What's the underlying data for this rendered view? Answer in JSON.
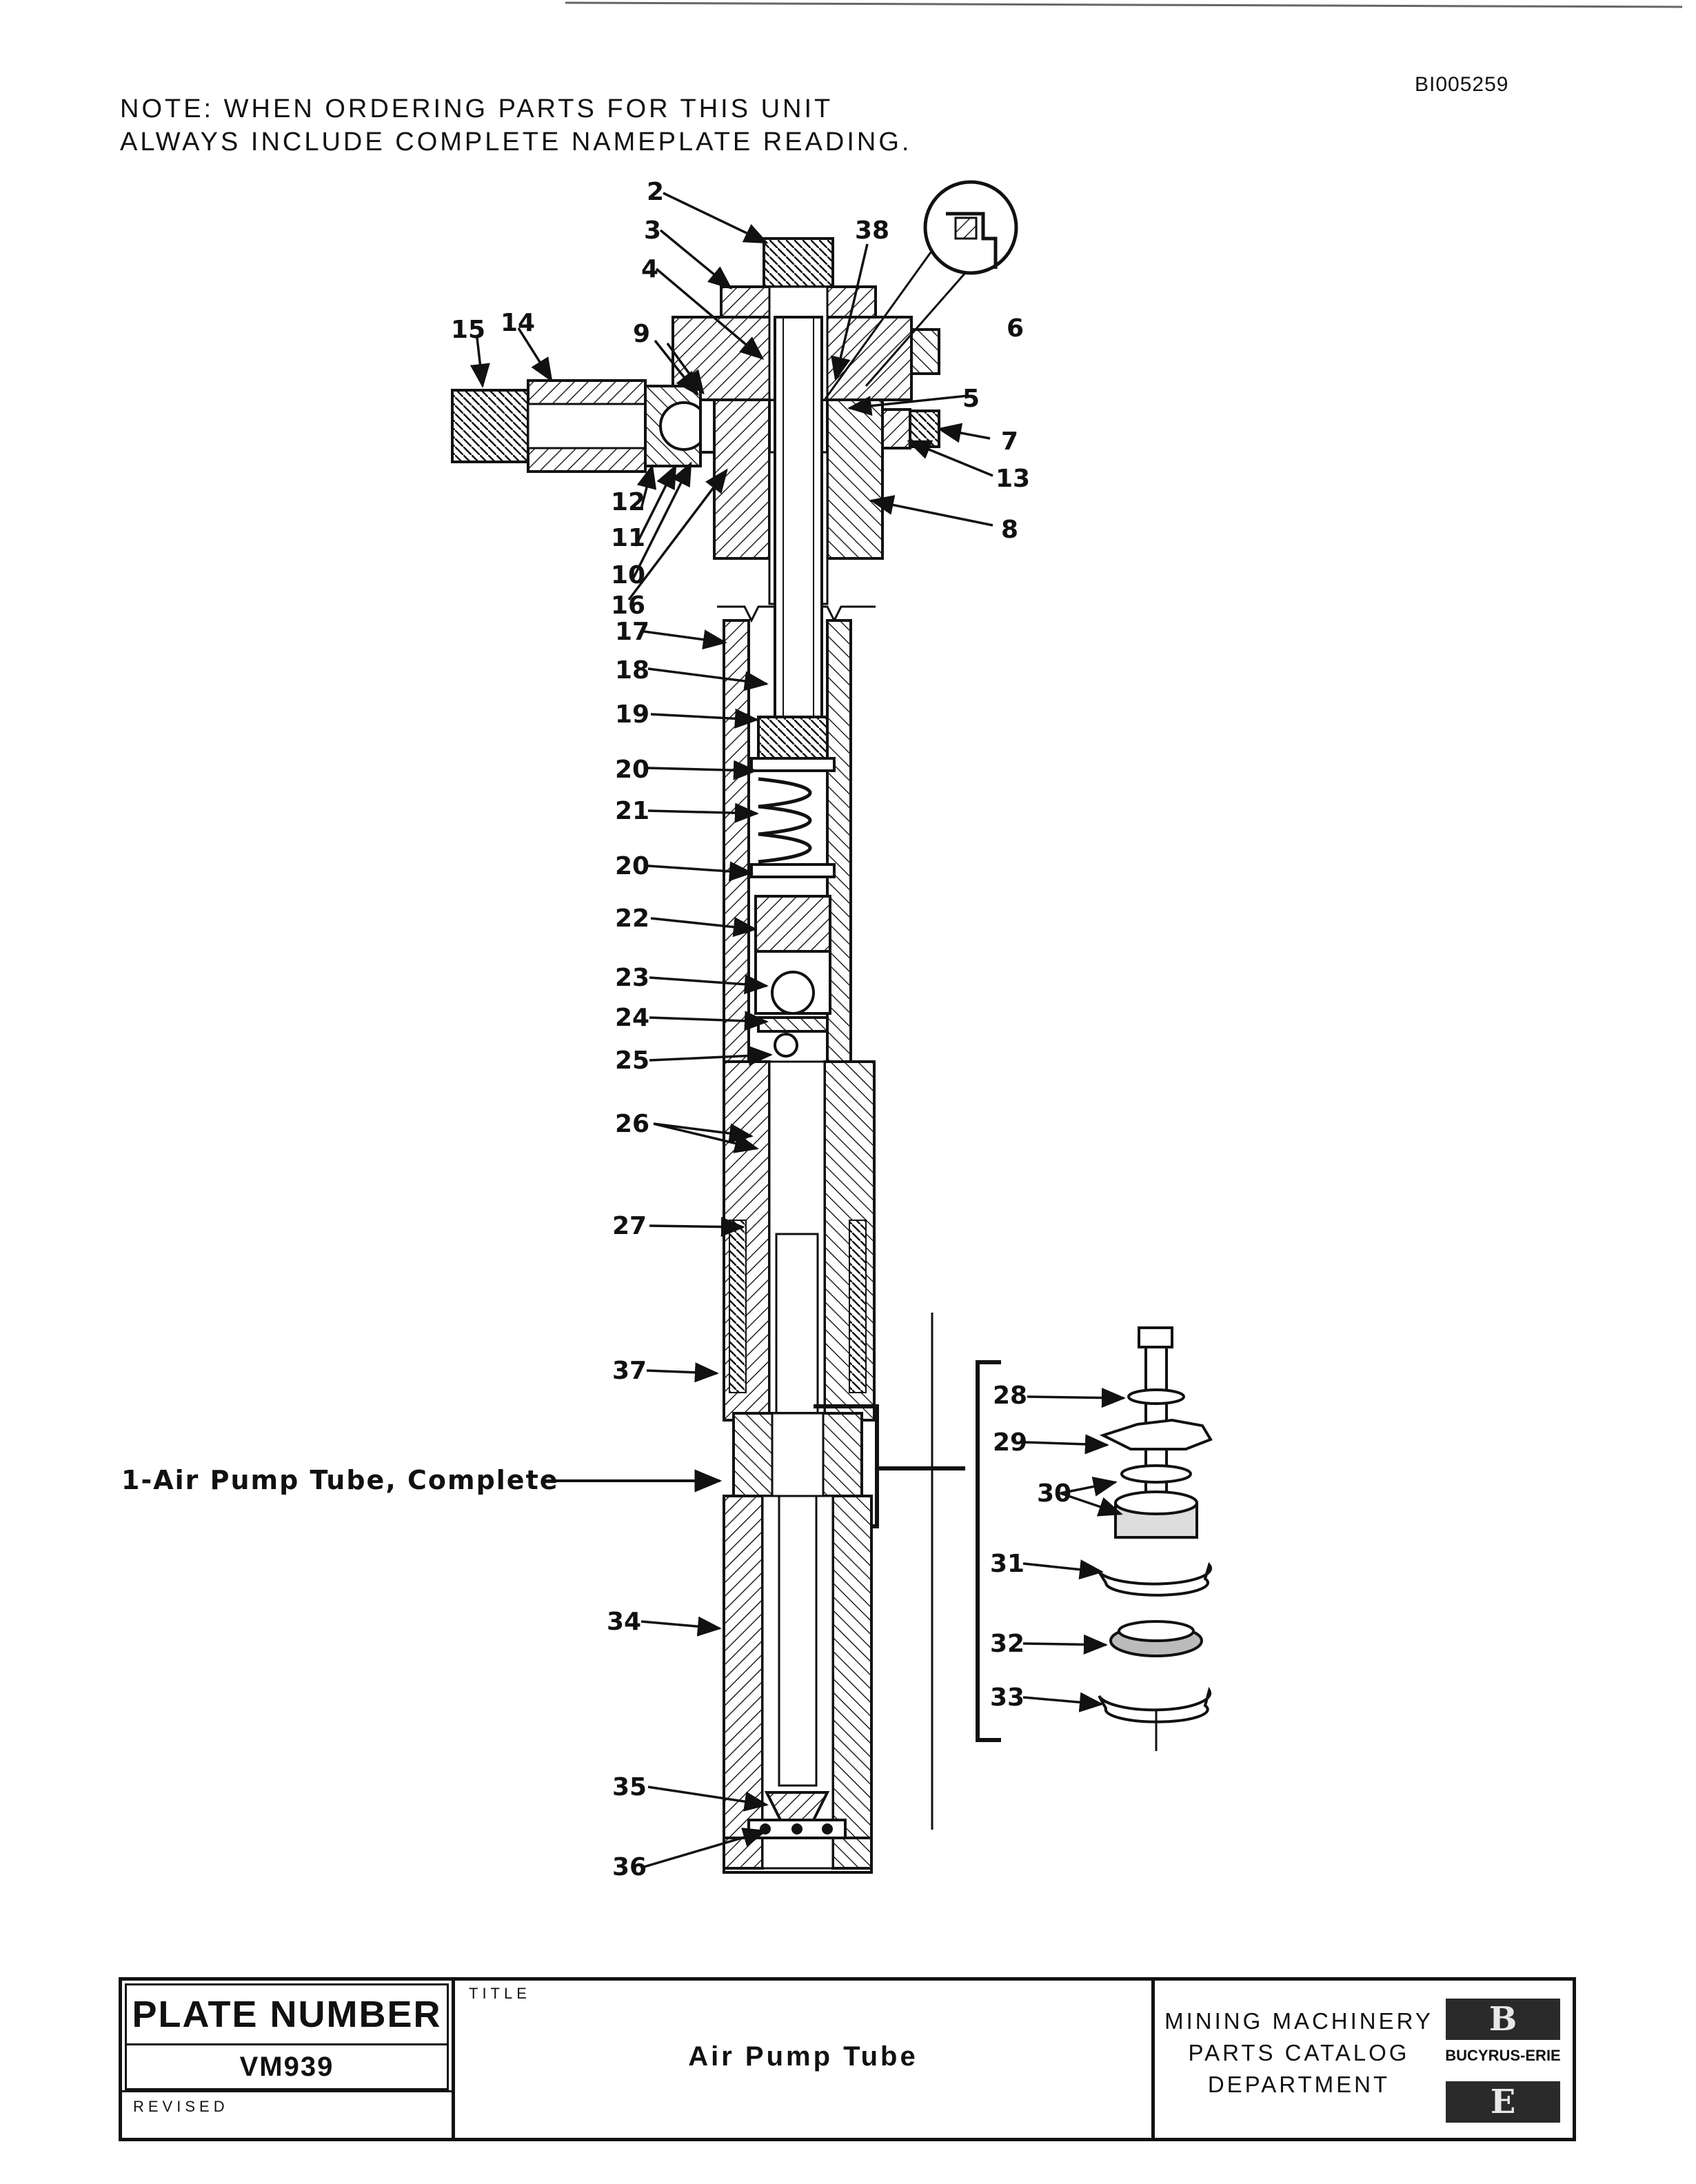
{
  "document": {
    "doc_id": "BI005259",
    "note_line1": "NOTE:  WHEN ORDERING PARTS FOR THIS UNIT",
    "note_line2": "ALWAYS INCLUDE COMPLETE NAMEPLATE READING."
  },
  "callouts": {
    "c2": "2",
    "c3": "3",
    "c4": "4",
    "c38": "38",
    "c6": "6",
    "c9": "9",
    "c15": "15",
    "c14": "14",
    "c5": "5",
    "c7": "7",
    "c13": "13",
    "c8": "8",
    "c12": "12",
    "c11": "11",
    "c10": "10",
    "c16": "16",
    "c17": "17",
    "c18": "18",
    "c19": "19",
    "c20a": "20",
    "c21": "21",
    "c20b": "20",
    "c22": "22",
    "c23": "23",
    "c24": "24",
    "c25": "25",
    "c26": "26",
    "c27": "27",
    "c37": "37",
    "c34": "34",
    "c35": "35",
    "c36": "36",
    "c28": "28",
    "c29": "29",
    "c30": "30",
    "c31": "31",
    "c32": "32",
    "c33": "33"
  },
  "assembly_label": "1-Air  Pump  Tube, Complete",
  "title_block": {
    "plate_label": "PLATE NUMBER",
    "plate_number": "VM939",
    "revised_label": "REVISED",
    "title_label": "TITLE",
    "title": "Air  Pump  Tube",
    "dept_line1": "MINING MACHINERY",
    "dept_line2": "PARTS CATALOG",
    "dept_line3": "DEPARTMENT",
    "logo_top": "B",
    "logo_bottom": "E",
    "brand": "BUCYRUS-ERIE"
  }
}
